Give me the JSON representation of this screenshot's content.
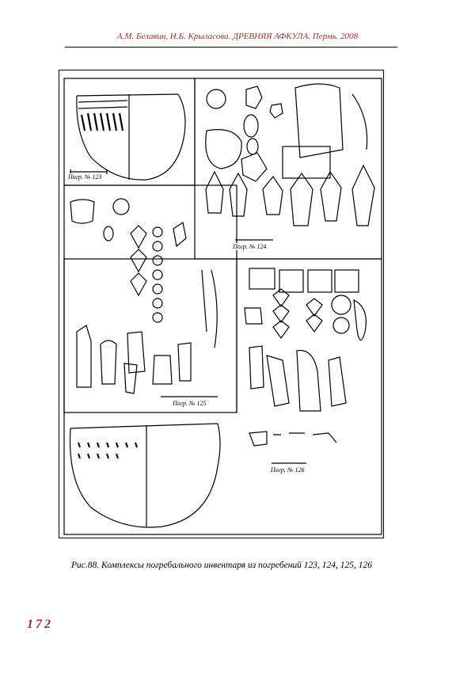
{
  "header": {
    "running_title": "А.М. Белавин, Н.Б. Крыласова. ДРЕВНЯЯ АФКУЛА. Пермь. 2008"
  },
  "figure": {
    "caption": "Рис.88. Комплексы погребального инвентаря из погребений 123, 124, 125, 126",
    "panels": [
      {
        "label": "Погр. № 123"
      },
      {
        "label": "Погр. № 124"
      },
      {
        "label": "Погр. № 125"
      },
      {
        "label": "Погр. № 126"
      }
    ]
  },
  "page": {
    "number": "172"
  }
}
